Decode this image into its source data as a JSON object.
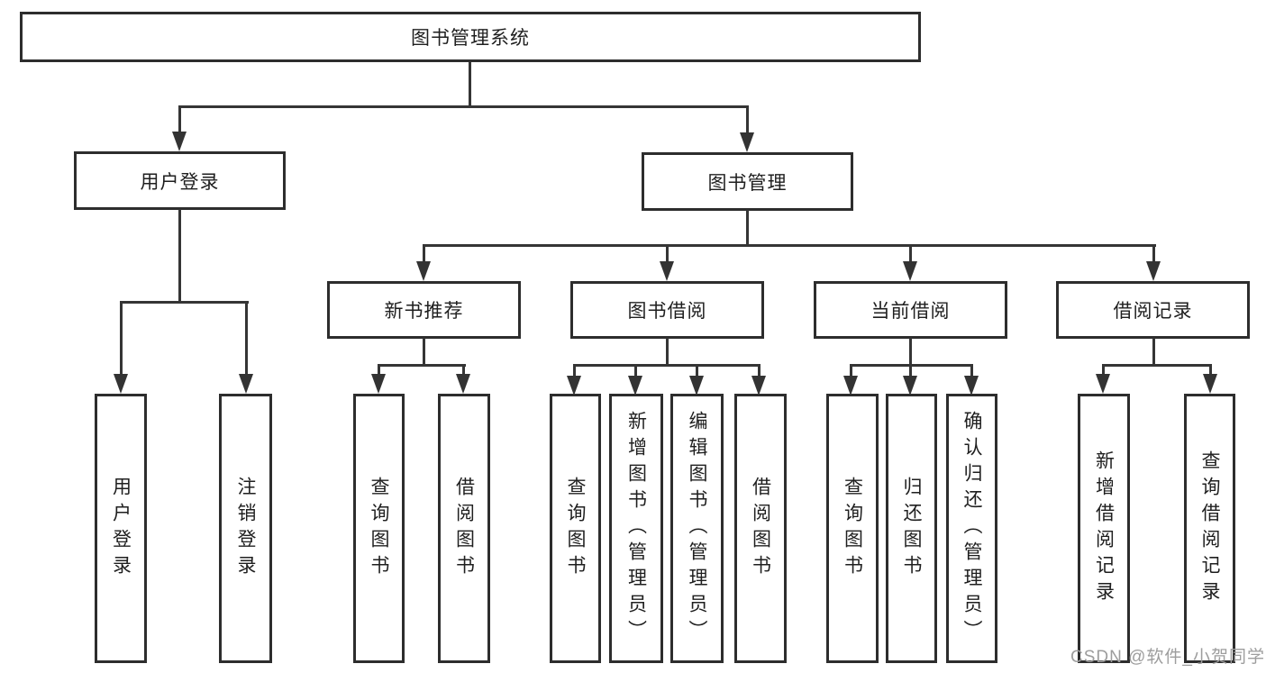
{
  "tree": {
    "root": {
      "label": "图书管理系统"
    },
    "branches": [
      {
        "label": "用户登录",
        "children": [
          {
            "label": "用户登录"
          },
          {
            "label": "注销登录"
          }
        ]
      },
      {
        "label": "图书管理",
        "children": [
          {
            "label": "新书推荐",
            "children": [
              {
                "label": "查询图书"
              },
              {
                "label": "借阅图书"
              }
            ]
          },
          {
            "label": "图书借阅",
            "children": [
              {
                "label": "查询图书"
              },
              {
                "label": "新增图书（管理员）"
              },
              {
                "label": "编辑图书（管理员）"
              },
              {
                "label": "借阅图书"
              }
            ]
          },
          {
            "label": "当前借阅",
            "children": [
              {
                "label": "查询图书"
              },
              {
                "label": "归还图书"
              },
              {
                "label": "确认归还（管理员）"
              }
            ]
          },
          {
            "label": "借阅记录",
            "children": [
              {
                "label": "新增借阅记录"
              },
              {
                "label": "查询借阅记录"
              }
            ]
          }
        ]
      }
    ]
  },
  "watermark": {
    "text": "CSDN @软件_小贺同学"
  },
  "colors": {
    "background": "#ffffff",
    "box_border": "#2d2d2d",
    "line": "#353535",
    "text": "#1f1f1f",
    "watermark_text": "#9d9d9d"
  }
}
